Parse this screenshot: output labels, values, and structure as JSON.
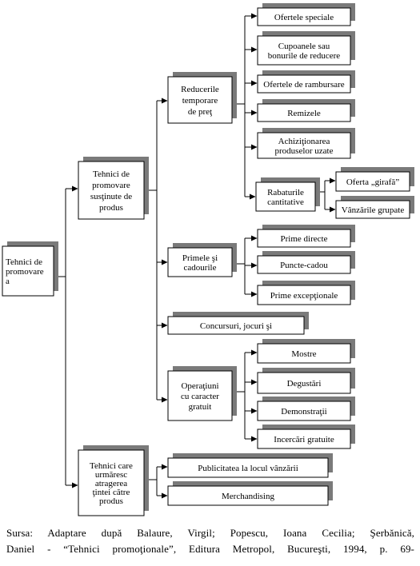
{
  "diagram": {
    "root": {
      "lines": [
        "Tehnici  de",
        "promovare",
        "a"
      ]
    },
    "categories": {
      "sustained": {
        "lines": [
          "Tehnici de",
          "promovare",
          "susţinute de",
          "produs"
        ]
      },
      "attention": {
        "lines": [
          "Tehnici care",
          "urmăresc",
          "atragerea",
          "ţintei către",
          "produs"
        ]
      }
    },
    "groups": {
      "price": {
        "lines": [
          "Reducerile",
          "temporare",
          "de preţ"
        ]
      },
      "bonus": {
        "lines": [
          "Primele şi",
          "cadourile"
        ]
      },
      "contests": {
        "lines": [
          "Concursuri,      jocuri      şi"
        ]
      },
      "free": {
        "lines": [
          "Operaţiuni",
          "cu caracter",
          "gratuit"
        ]
      },
      "quantity": {
        "lines": [
          "Rabaturile",
          "cantitative"
        ]
      }
    },
    "leaves": {
      "special_offers": {
        "lines": [
          "Ofertele speciale"
        ]
      },
      "coupons": {
        "lines": [
          "Cupoanele sau",
          "bonurile de reducere"
        ]
      },
      "refund_offers": {
        "lines": [
          "Ofertele de rambursare"
        ]
      },
      "discounts": {
        "lines": [
          "Remizele"
        ]
      },
      "used_products": {
        "lines": [
          "Achiziţionarea",
          "produselor uzate"
        ]
      },
      "free_offer": {
        "lines": [
          "Oferta „girafă”"
        ]
      },
      "grouped_sales": {
        "lines": [
          "Vânzările grupate"
        ]
      },
      "direct_bonus": {
        "lines": [
          "Prime directe"
        ]
      },
      "gift_points": {
        "lines": [
          "Puncte-cadou"
        ]
      },
      "exceptional_bonus": {
        "lines": [
          "Prime excepţionale"
        ]
      },
      "samples": {
        "lines": [
          "Mostre"
        ]
      },
      "tastings": {
        "lines": [
          "Degustări"
        ]
      },
      "demonstrations": {
        "lines": [
          "Demonstraţii"
        ]
      },
      "free_trials": {
        "lines": [
          "Incercări gratuite"
        ]
      },
      "pos_advertising": {
        "lines": [
          "Publicitatea la locul vânzării"
        ]
      },
      "merchandising": {
        "lines": [
          "Merchandising"
        ]
      }
    }
  },
  "source": {
    "line1": "Sursa: Adaptare după Balaure, Virgil; Popescu, Ioana Cecilia; Şerbănică,",
    "line2": "Daniel - “Tehnici promoţionale”, Editura Metropol, Bucureşti, 1994, p. 69-"
  }
}
